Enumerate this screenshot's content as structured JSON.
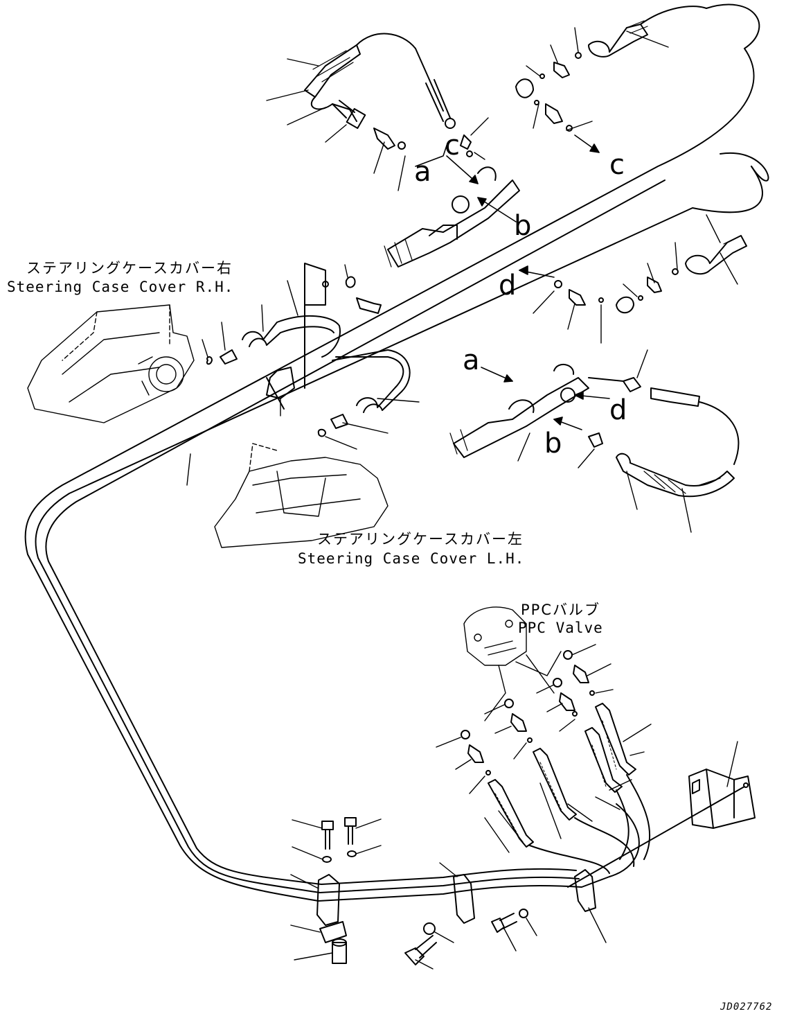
{
  "labels": {
    "steering_cover_rh": {
      "jp": "ステアリングケースカバー右",
      "en": "Steering Case Cover R.H."
    },
    "steering_cover_lh": {
      "jp": "ステアリングケースカバー左",
      "en": "Steering Case Cover L.H."
    },
    "ppc_valve": {
      "jp": "PPCバルブ",
      "en": "PPC Valve"
    }
  },
  "callouts": {
    "a_top": "a",
    "b_top": "b",
    "c_top": "c",
    "c_right": "c",
    "d_top": "d",
    "a_mid": "a",
    "d_mid": "d",
    "b_mid": "b"
  },
  "document_id": "JD027762",
  "colors": {
    "line": "#000000",
    "background": "#ffffff"
  }
}
